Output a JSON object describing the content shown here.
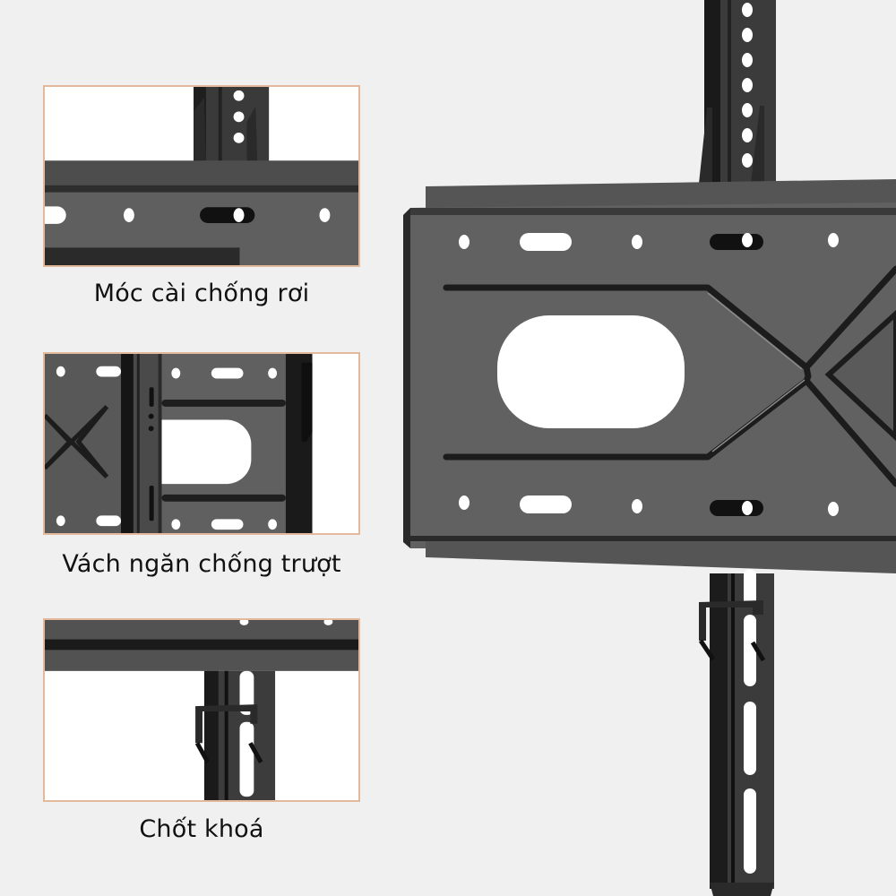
{
  "colors": {
    "background": "#f0f0f0",
    "inset_border": "#e2b99a",
    "metal": "#636363",
    "metal_dark": "#2c2c2c",
    "text": "#111111"
  },
  "features": [
    {
      "label": "Móc cài chống rơi",
      "icon": "anti-fall-hook-detail"
    },
    {
      "label": "Vách ngăn chống trượt",
      "icon": "anti-slip-partition-detail"
    },
    {
      "label": "Chốt khoá",
      "icon": "locking-pin-detail"
    }
  ],
  "main_product": {
    "icon": "tv-wall-mount-bracket"
  }
}
